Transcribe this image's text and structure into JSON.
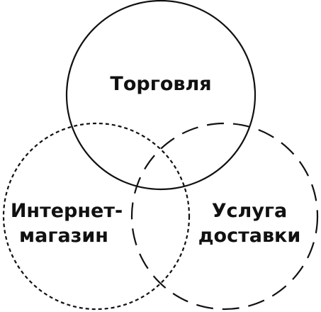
{
  "diagram": {
    "type": "venn",
    "stroke_color": "#111111",
    "background": "#ffffff",
    "circles": [
      {
        "id": "trade",
        "label_lines": [
          "Торговля"
        ],
        "line_style": "solid"
      },
      {
        "id": "online-store",
        "label_lines": [
          "Интернет-",
          "магазин"
        ],
        "line_style": "dotted"
      },
      {
        "id": "delivery",
        "label_lines": [
          "Услуга",
          "доставки"
        ],
        "line_style": "dashed"
      }
    ]
  }
}
